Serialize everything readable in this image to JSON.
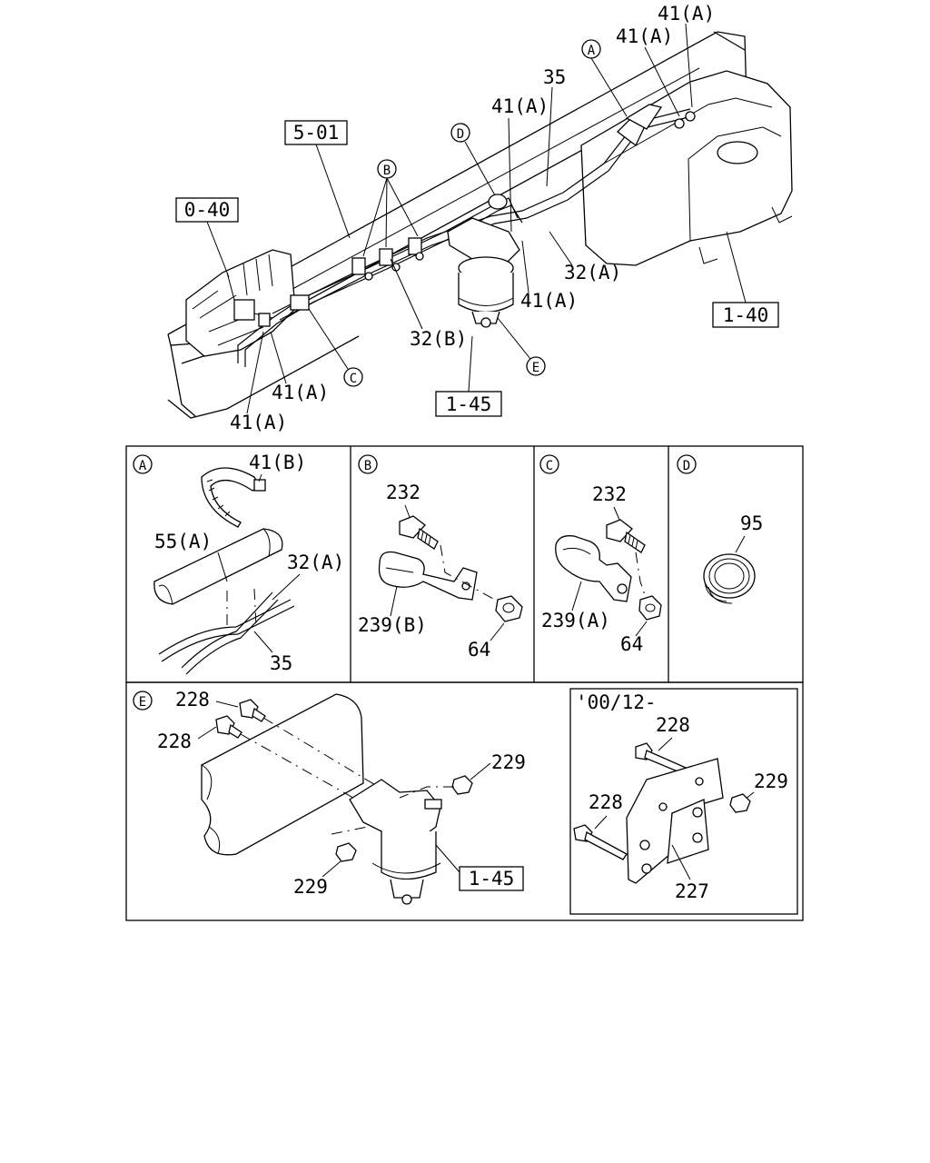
{
  "overview": {
    "ref_boxes": [
      "5-01",
      "0-40",
      "1-40",
      "1-45"
    ],
    "circle_refs": [
      "A",
      "B",
      "C",
      "D",
      "E"
    ],
    "labels": {
      "l41a_1": "41(A)",
      "l41a_2": "41(A)",
      "l35": "35",
      "l41a_3": "41(A)",
      "l32a": "32(A)",
      "l41a_4": "41(A)",
      "l32b": "32(B)",
      "l41a_5": "41(A)",
      "l41a_6": "41(A)"
    }
  },
  "details": {
    "A": {
      "letter": "A",
      "labels": [
        "41(B)",
        "55(A)",
        "32(A)",
        "35"
      ]
    },
    "B": {
      "letter": "B",
      "labels": [
        "232",
        "239(B)",
        "64"
      ]
    },
    "C": {
      "letter": "C",
      "labels": [
        "232",
        "239(A)",
        "64"
      ]
    },
    "D": {
      "letter": "D",
      "labels": [
        "95"
      ]
    },
    "E": {
      "letter": "E",
      "labels": [
        "228",
        "228",
        "229",
        "229"
      ],
      "ref_box": "1-45",
      "inset": {
        "date_label": "'00/12-",
        "labels": [
          "228",
          "228",
          "229",
          "227"
        ]
      }
    }
  }
}
